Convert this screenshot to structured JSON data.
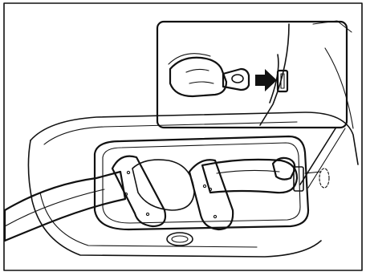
{
  "figure": {
    "subject": "seat-belt-buckle-stowage",
    "background_color": "#ffffff",
    "line_color": "#111111",
    "icons": [
      "detail-inset",
      "direction-arrow",
      "seat-belt",
      "buckle-tongue",
      "stowage-pocket"
    ]
  }
}
